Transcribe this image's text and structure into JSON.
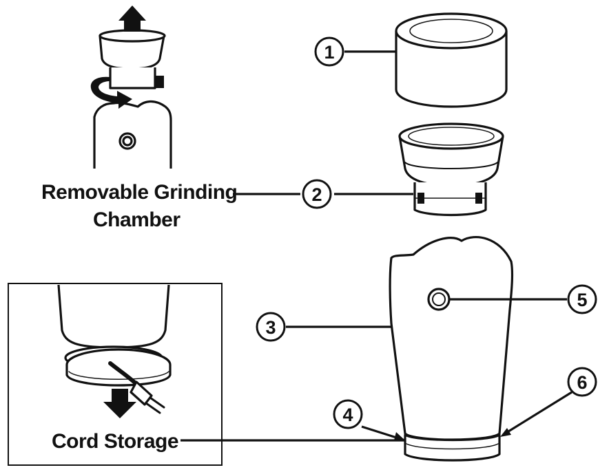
{
  "labels": {
    "grinding_chamber_line1": "Removable Grinding",
    "grinding_chamber_line2": "Chamber",
    "cord_storage": "Cord Storage"
  },
  "callouts": [
    "1",
    "2",
    "3",
    "4",
    "5",
    "6"
  ]
}
